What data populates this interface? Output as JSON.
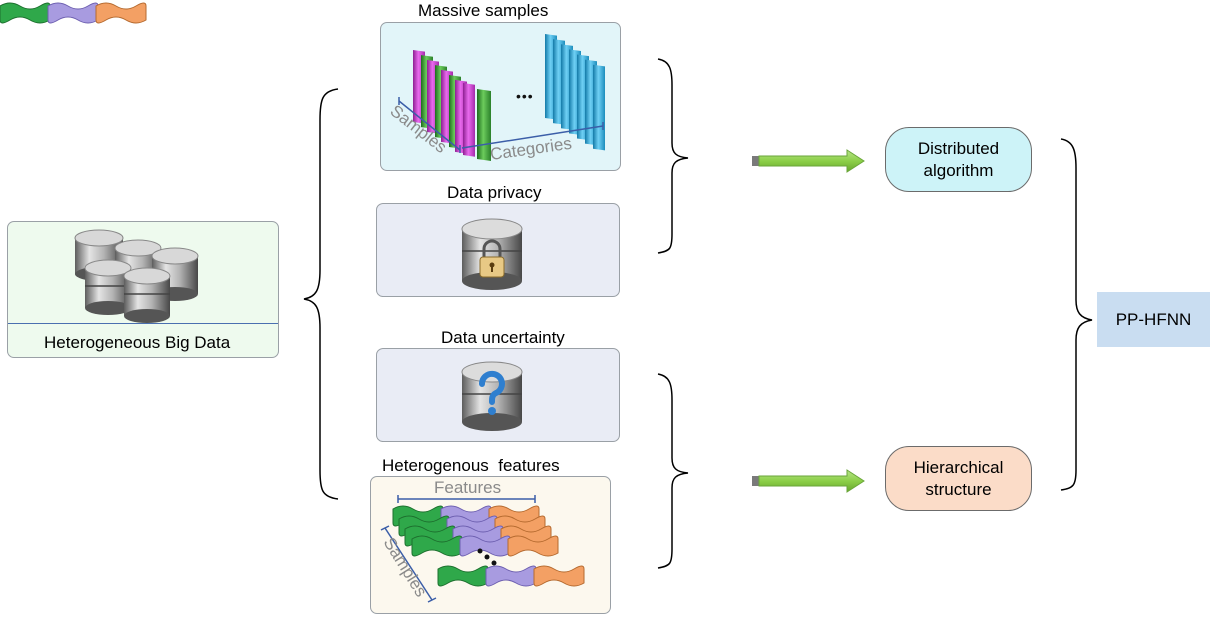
{
  "nodes": {
    "big_data": "Heterogeneous Big Data",
    "massive_samples": "Massive samples",
    "data_privacy": "Data privacy",
    "data_uncertainty": "Data uncertainty",
    "heterogenous_features": "Heterogenous  features",
    "distributed_algorithm": "Distributed\nalgorithm",
    "hierarchical_structure": "Hierarchical\nstructure",
    "pp_hfnn": "PP-HFNN"
  },
  "annotations": {
    "samples_axis": "Samples",
    "categories_axis": "Categories",
    "features_axis": "Features",
    "samples_axis_2": "Samples",
    "ellipsis": "•••"
  },
  "colors": {
    "big_data_bg": "#eefaee",
    "massive_bg": "#e2f5f9",
    "privacy_bg": "#e9ecf5",
    "uncertainty_bg": "#e9ecf5",
    "features_bg": "#fcf8ee",
    "distributed_bg": "#cdf3f8",
    "hierarchical_bg": "#fbdcc8",
    "pp_hfnn_bg": "#c9ddf1",
    "arrow_green": "#8ccf48",
    "arrow_grey": "#7a7a7a",
    "magenta": "#d23cd6",
    "green": "#3ea33e",
    "cyan": "#2aa6d8",
    "lavender": "#a89be0",
    "orange": "#f3a064"
  },
  "icons": [
    "database-cluster-icon",
    "database-lock-icon",
    "database-question-icon",
    "sample-bars-icon",
    "feature-ribbons-icon"
  ]
}
